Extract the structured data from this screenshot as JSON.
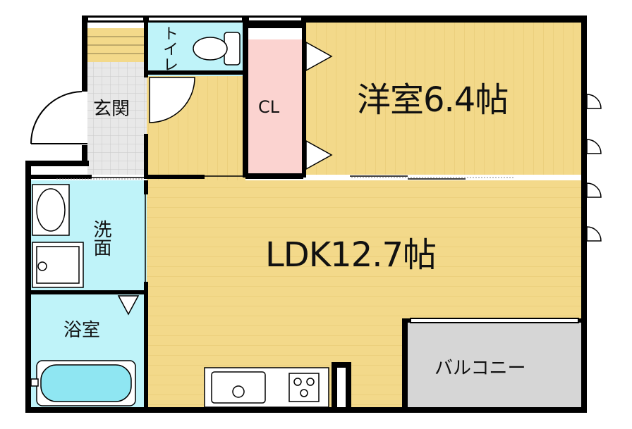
{
  "rooms": {
    "western_room": "洋室6.4帖",
    "ldk": "LDK12.7帖",
    "closet": "CL",
    "toilet": "トイレ",
    "entrance": "玄関",
    "washroom": "洗面",
    "bathroom": "浴室",
    "balcony": "バルコニー"
  },
  "colors": {
    "floor_wood": "#f3d98a",
    "floor_wood_line": "#e4c36a",
    "wet_area": "#bff3f9",
    "closet": "#fbd3d0",
    "entrance_tile": "#e6e6e6",
    "balcony": "#d6d6d6",
    "wall": "#000000"
  }
}
